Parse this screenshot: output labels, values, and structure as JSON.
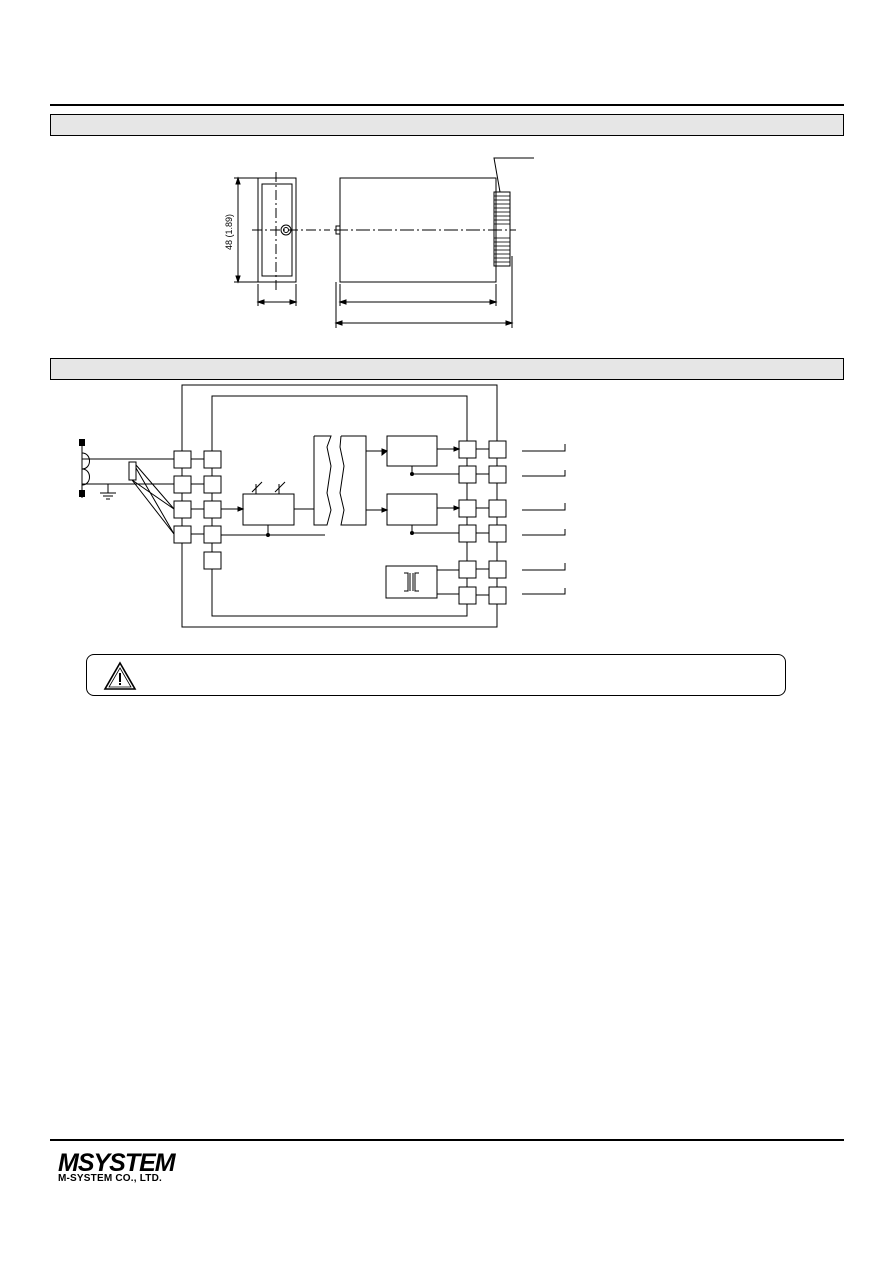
{
  "dimensions": {
    "height_label": "48 (1.89)"
  },
  "logo": {
    "brand": "MSYSTEM",
    "company": "M-SYSTEM CO., LTD."
  },
  "icons": {
    "warning": "warning-triangle-icon",
    "ground": "ground-icon",
    "transformer": "transformer-icon"
  }
}
